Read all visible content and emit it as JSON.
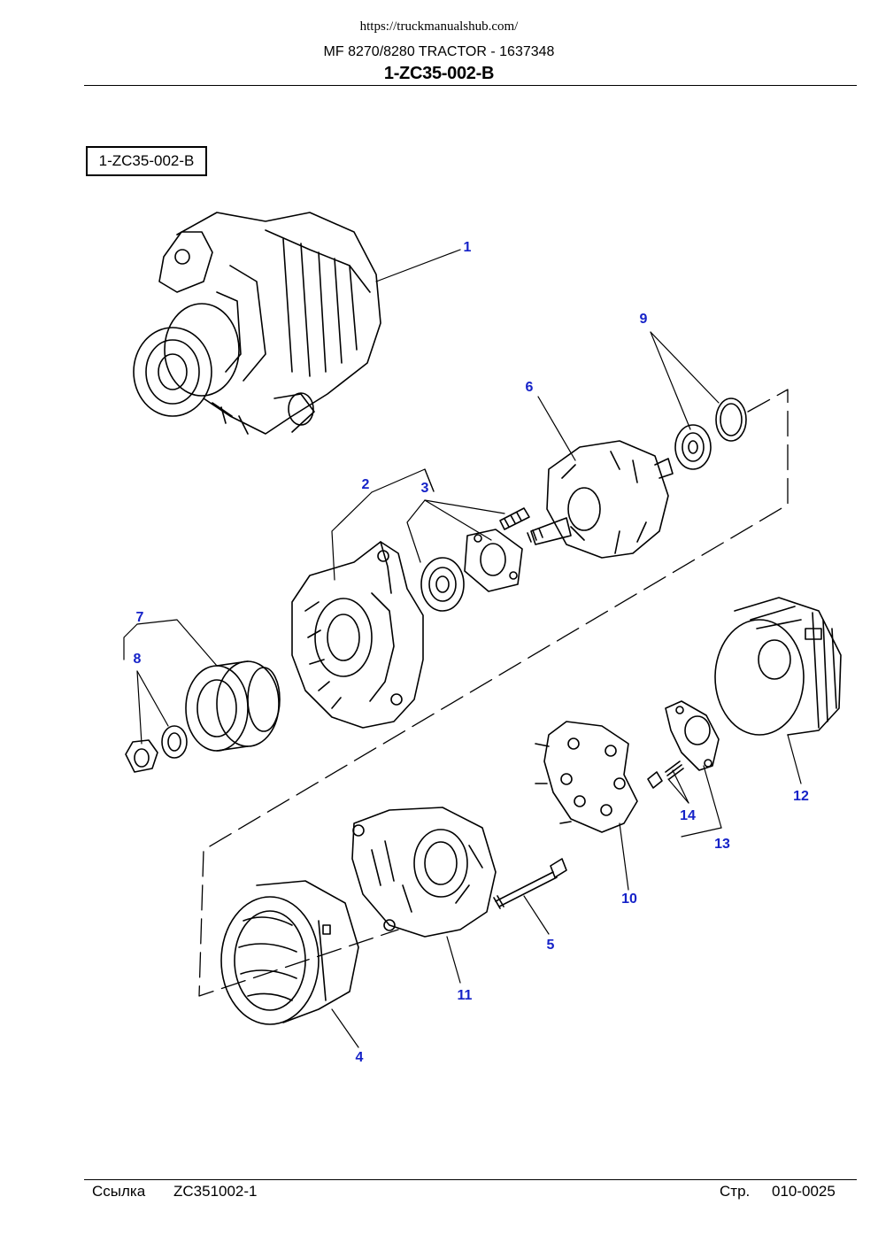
{
  "header": {
    "url": "https://truckmanualshub.com/",
    "title": "MF 8270/8280 TRACTOR - 1637348",
    "code": "1-ZC35-002-B"
  },
  "diagram": {
    "box_label": "1-ZC35-002-B",
    "callouts": [
      "1",
      "2",
      "3",
      "4",
      "5",
      "6",
      "7",
      "8",
      "9",
      "10",
      "11",
      "12",
      "13",
      "14"
    ],
    "callout_color": "#1522c8",
    "line_color": "#000000"
  },
  "footer": {
    "ref_label": "Ссылка",
    "ref_value": "ZC351002-1",
    "page_label": "Стр.",
    "page_value": "010-0025"
  }
}
